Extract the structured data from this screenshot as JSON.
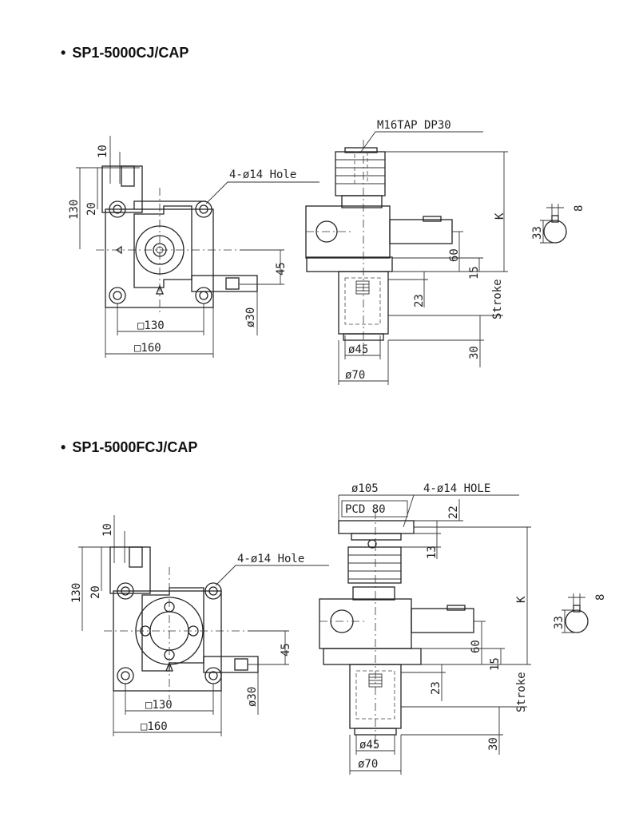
{
  "drawings": [
    {
      "title": "SP1-5000CJ/CAP",
      "labels": {
        "tap": "M16TAP DP30",
        "hole": "4-ø14 Hole",
        "d130": "□130",
        "d160": "□160",
        "h130": "130",
        "h20": "20",
        "h10": "10",
        "h45": "45",
        "shaft": "ø30",
        "k": "K",
        "s33": "33",
        "s8": "8",
        "v60": "60",
        "v15": "15",
        "v23": "23",
        "v30": "30",
        "stroke": "Stroke",
        "d45": "ø45",
        "d70": "ø70"
      }
    },
    {
      "title": "SP1-5000FCJ/CAP",
      "labels": {
        "flange": "ø105",
        "flange_hole": "4-ø14 HOLE",
        "pcd": "PCD 80",
        "v22": "22",
        "v13": "13",
        "hole": "4-ø14 Hole",
        "d130": "□130",
        "d160": "□160",
        "h130": "130",
        "h20": "20",
        "h10": "10",
        "h45": "45",
        "shaft": "ø30",
        "k": "K",
        "s33": "33",
        "s8": "8",
        "v60": "60",
        "v15": "15",
        "v23": "23",
        "v30": "30",
        "stroke": "Stroke",
        "d45": "ø45",
        "d70": "ø70"
      }
    }
  ]
}
